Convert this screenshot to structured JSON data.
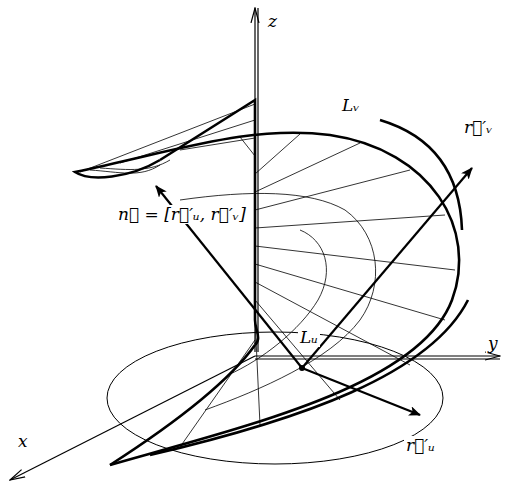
{
  "diagram": {
    "labels": [
      "z",
      "y",
      "x",
      "n⃗ = [r⃗′ᵤ, r⃗′ᵥ]",
      "Lᵥ",
      "Lᵤ",
      "r⃗′ᵥ",
      "r⃗′ᵤ"
    ]
  }
}
